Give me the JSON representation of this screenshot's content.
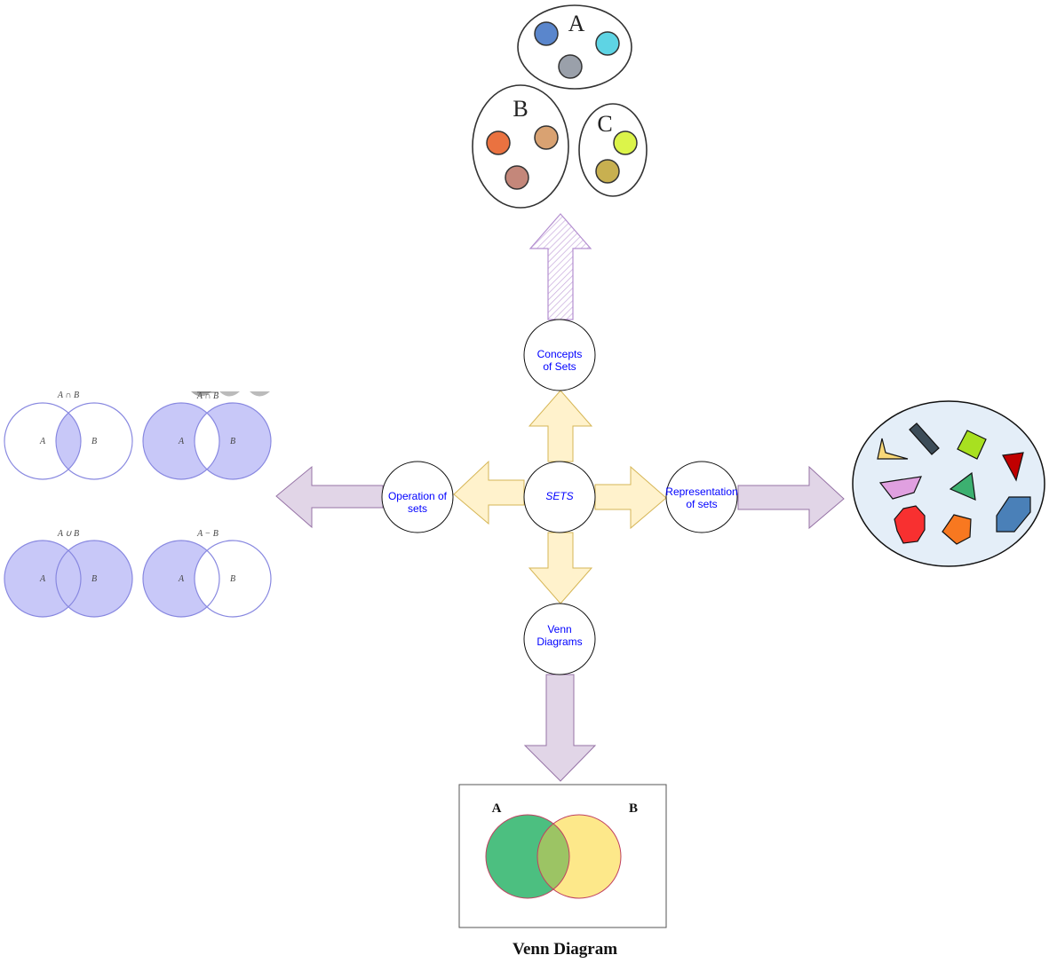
{
  "diagram": {
    "center_node": {
      "label": "SETS"
    },
    "nodes": {
      "top": {
        "label_lines": [
          "Concepts",
          "of Sets"
        ]
      },
      "left": {
        "label_lines": [
          "Operation of",
          "sets"
        ]
      },
      "right": {
        "label_lines": [
          "Representation",
          "of sets"
        ]
      },
      "bottom": {
        "label_lines": [
          "Venn",
          "Diagrams"
        ]
      }
    },
    "colors": {
      "node_text": "#0000ff",
      "inner_arrow_fill": "#fff2cc",
      "inner_arrow_stroke": "#d6b656",
      "outer_arrow_fill": "#e1d5e7",
      "outer_arrow_stroke": "#9673a6"
    }
  },
  "concepts_image": {
    "sets": [
      {
        "name": "A",
        "elements": [
          "#5a86cc",
          "#5ed4e4",
          "#9aa0aa"
        ]
      },
      {
        "name": "B",
        "elements": [
          "#ea7240",
          "#d9a272",
          "#c4877a"
        ]
      },
      {
        "name": "C",
        "elements": [
          "#dcf44a",
          "#c8b050"
        ]
      }
    ]
  },
  "operations_image": {
    "panels": [
      {
        "title": "A ∩ B",
        "shaded": "intersection",
        "label_a": "A",
        "label_b": "B"
      },
      {
        "title": "A ∩ B",
        "title_overline": true,
        "shaded": "complement-of-intersection",
        "label_a": "A",
        "label_b": "B"
      },
      {
        "title": "A ∪ B",
        "shaded": "union",
        "label_a": "A",
        "label_b": "B"
      },
      {
        "title": "A − B",
        "shaded": "difference",
        "label_a": "A",
        "label_b": "B"
      }
    ],
    "fill_color": "#c8c8f8",
    "stroke_color": "#8888e0"
  },
  "representation_image": {
    "background": "#e4eef8",
    "shapes": [
      {
        "kind": "chevron",
        "color": "#f8d878"
      },
      {
        "kind": "rectangle",
        "color": "#3c4c58"
      },
      {
        "kind": "square",
        "color": "#a8e020"
      },
      {
        "kind": "triangle",
        "color": "#c00000"
      },
      {
        "kind": "trapezoid",
        "color": "#e0a0e0"
      },
      {
        "kind": "triangle",
        "color": "#3cb070"
      },
      {
        "kind": "octagon",
        "color": "#f83030"
      },
      {
        "kind": "pentagon",
        "color": "#f87820"
      },
      {
        "kind": "hexagon",
        "color": "#4a80b8"
      }
    ]
  },
  "venn_image": {
    "label_a": "A",
    "label_b": "B",
    "caption": "Venn Diagram",
    "color_a": "#4cbf80",
    "color_b": "#fde88a",
    "overlap_color": "#9cc464",
    "stroke_color": "#c04060"
  }
}
